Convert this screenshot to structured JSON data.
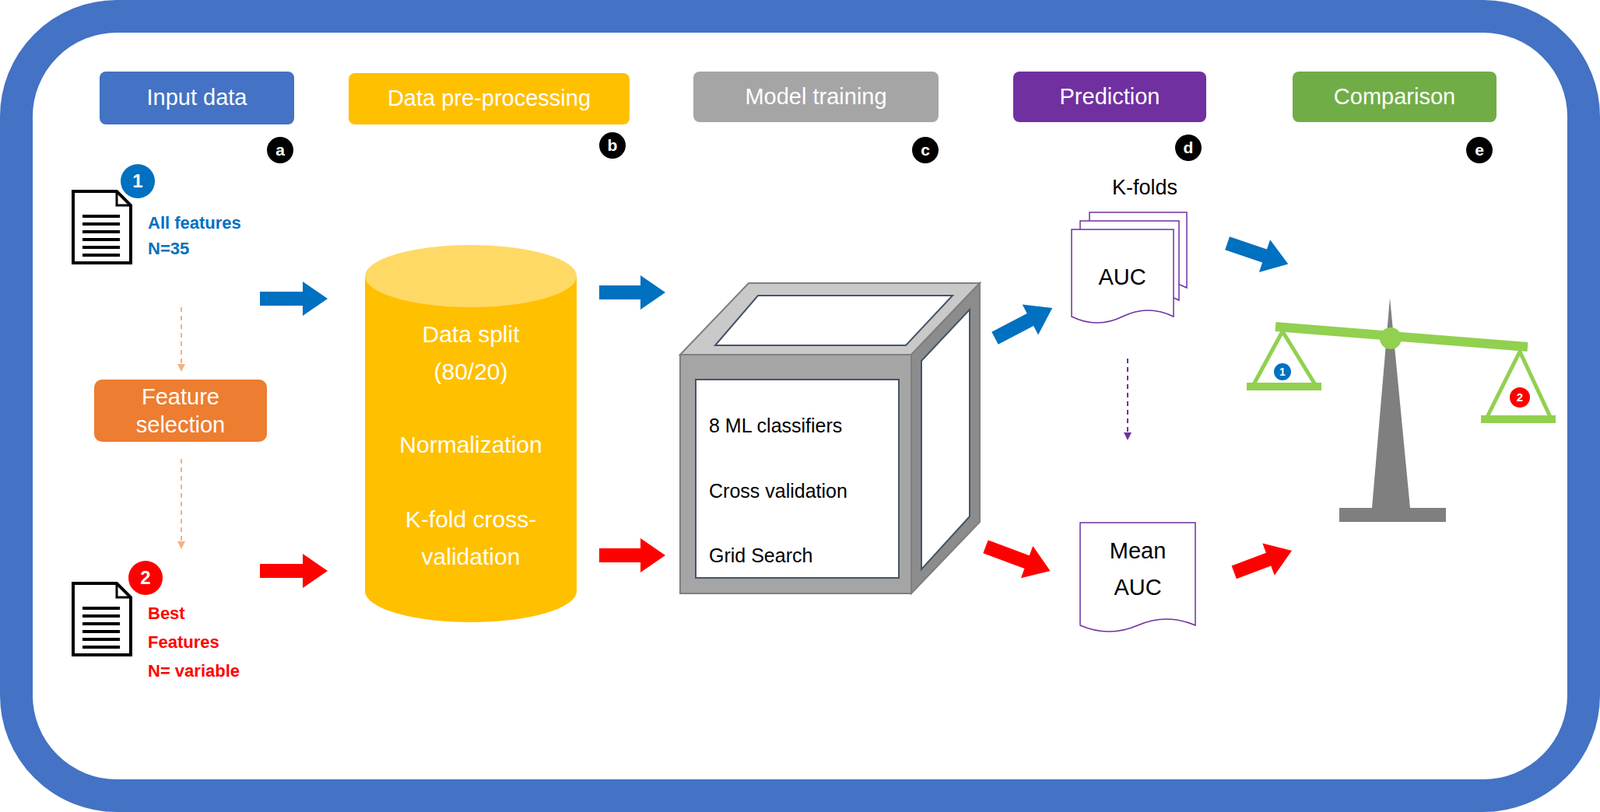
{
  "diagram": {
    "nodes": [
      {
        "text": [
          "Input data"
        ]
      },
      {
        "text": [
          "Data pre-processing"
        ]
      },
      {
        "text": [
          "Model training"
        ]
      },
      {
        "text": [
          "Prediction"
        ]
      },
      {
        "text": [
          "Comparison"
        ]
      },
      {
        "text": [
          "a"
        ]
      },
      {
        "text": [
          "b"
        ]
      },
      {
        "text": [
          "c"
        ]
      },
      {
        "text": [
          "d"
        ]
      },
      {
        "text": [
          "e"
        ]
      },
      {
        "text": [
          "1",
          "All features N=35"
        ]
      },
      {
        "text": [
          "Feature selection"
        ]
      },
      {
        "text": [
          "2",
          "Best Features N= variable"
        ]
      },
      {
        "text": [
          "Data split (80/20)",
          "Normalization",
          "K-fold cross- validation"
        ]
      },
      {
        "text": [
          "8 ML classifiers",
          "Cross validation",
          "Grid Search"
        ]
      },
      {
        "text": [
          "K-folds",
          "AUC"
        ]
      },
      {
        "text": [
          "Mean AUC"
        ]
      },
      {
        "text": [
          "1",
          "2"
        ]
      }
    ],
    "edges": [
      {
        "from": 10,
        "to": 13,
        "arrow": "to"
      },
      {
        "from": 12,
        "to": 13,
        "arrow": "to"
      },
      {
        "from": 10,
        "to": 11,
        "arrow": "to"
      },
      {
        "from": 11,
        "to": 12,
        "arrow": "to"
      },
      {
        "from": 13,
        "to": 14,
        "arrow": "to"
      },
      {
        "from": 13,
        "to": 14,
        "arrow": "to"
      },
      {
        "from": 14,
        "to": 15,
        "arrow": "to"
      },
      {
        "from": 14,
        "to": 16,
        "arrow": "to"
      },
      {
        "from": 15,
        "to": 16,
        "arrow": "to"
      },
      {
        "from": 15,
        "to": 17,
        "arrow": "to"
      },
      {
        "from": 16,
        "to": 17,
        "arrow": "to"
      }
    ]
  }
}
